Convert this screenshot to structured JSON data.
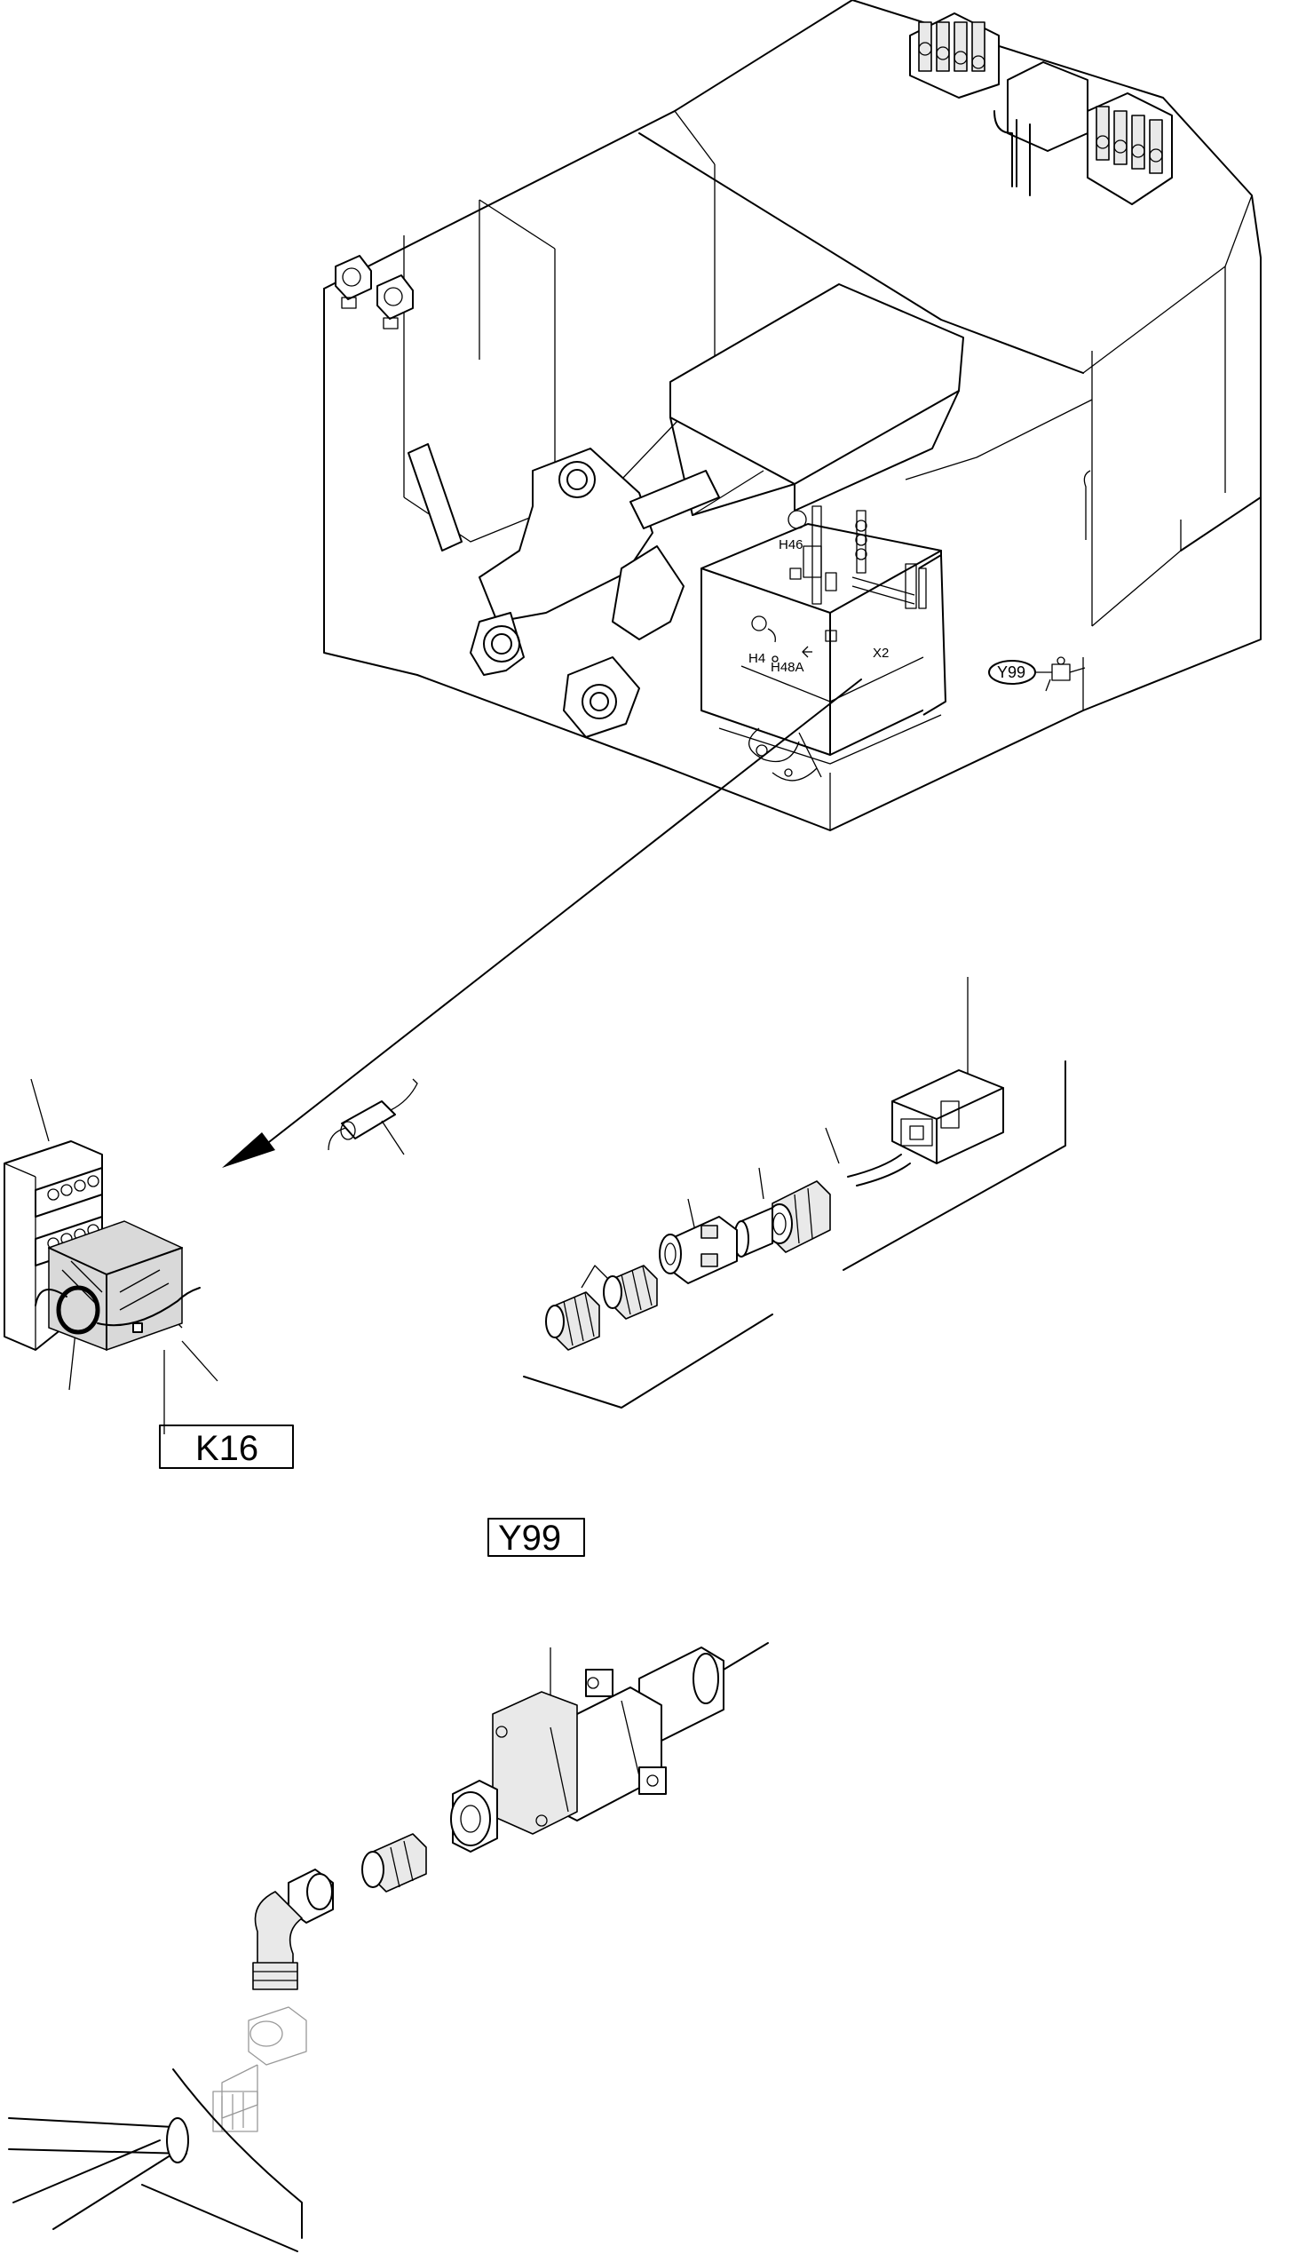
{
  "labels": {
    "h46": "H46",
    "h4": "H4",
    "h48a": "H48A",
    "x2": "X2",
    "y99_oval": "Y99",
    "k16_box": "K16",
    "y99_box": "Y99"
  }
}
